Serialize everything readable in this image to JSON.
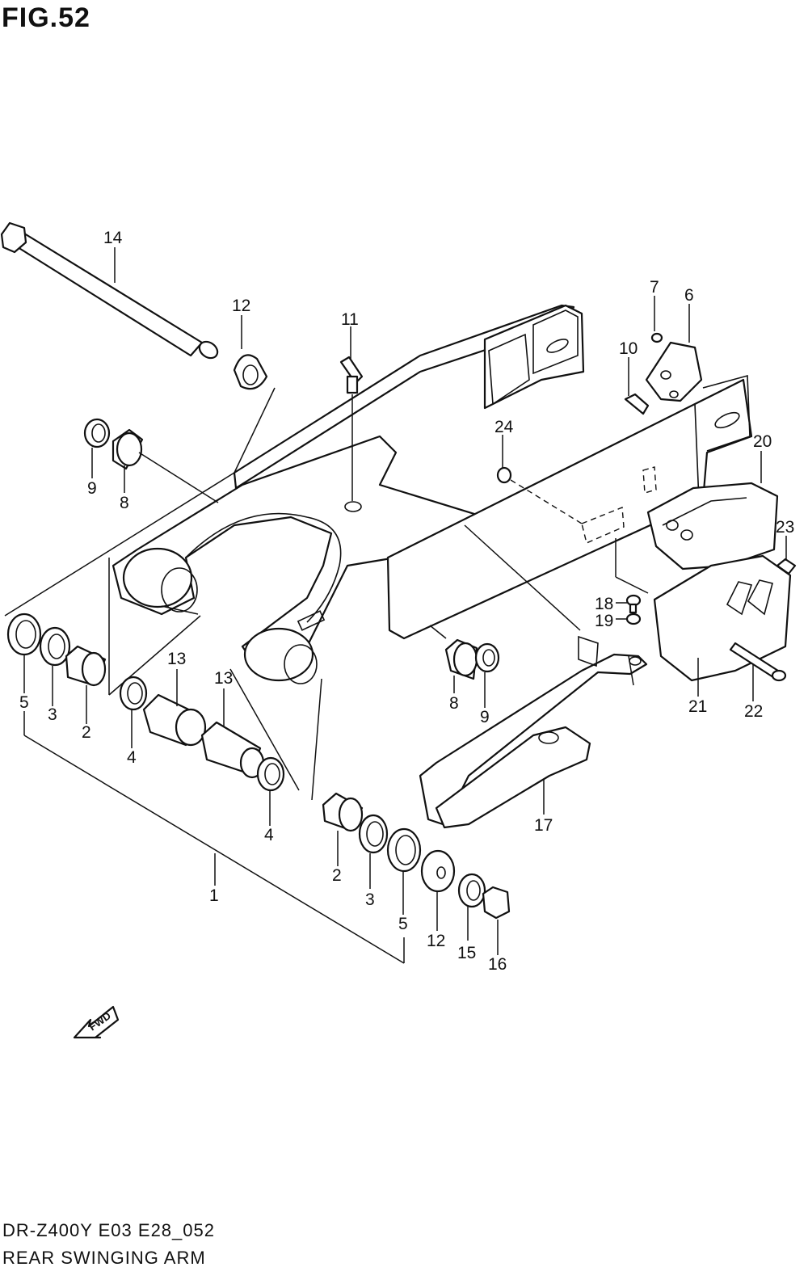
{
  "figure": {
    "title": "FIG.52"
  },
  "footer": {
    "model_code": "DR-Z400Y E03 E28_052",
    "section_name": "REAR SWINGING ARM"
  },
  "fwd_arrow": {
    "label": "FWD"
  },
  "callouts": [
    {
      "id": "c1",
      "label": "1"
    },
    {
      "id": "c2a",
      "label": "2"
    },
    {
      "id": "c2b",
      "label": "2"
    },
    {
      "id": "c3a",
      "label": "3"
    },
    {
      "id": "c3b",
      "label": "3"
    },
    {
      "id": "c4a",
      "label": "4"
    },
    {
      "id": "c4b",
      "label": "4"
    },
    {
      "id": "c5a",
      "label": "5"
    },
    {
      "id": "c5b",
      "label": "5"
    },
    {
      "id": "c6",
      "label": "6"
    },
    {
      "id": "c7",
      "label": "7"
    },
    {
      "id": "c8a",
      "label": "8"
    },
    {
      "id": "c8b",
      "label": "8"
    },
    {
      "id": "c9a",
      "label": "9"
    },
    {
      "id": "c9b",
      "label": "9"
    },
    {
      "id": "c10",
      "label": "10"
    },
    {
      "id": "c11",
      "label": "11"
    },
    {
      "id": "c12a",
      "label": "12"
    },
    {
      "id": "c12b",
      "label": "12"
    },
    {
      "id": "c13a",
      "label": "13"
    },
    {
      "id": "c13b",
      "label": "13"
    },
    {
      "id": "c14",
      "label": "14"
    },
    {
      "id": "c15",
      "label": "15"
    },
    {
      "id": "c16",
      "label": "16"
    },
    {
      "id": "c17",
      "label": "17"
    },
    {
      "id": "c18",
      "label": "18"
    },
    {
      "id": "c19",
      "label": "19"
    },
    {
      "id": "c20",
      "label": "20"
    },
    {
      "id": "c21",
      "label": "21"
    },
    {
      "id": "c22",
      "label": "22"
    },
    {
      "id": "c23",
      "label": "23"
    },
    {
      "id": "c24",
      "label": "24"
    }
  ]
}
